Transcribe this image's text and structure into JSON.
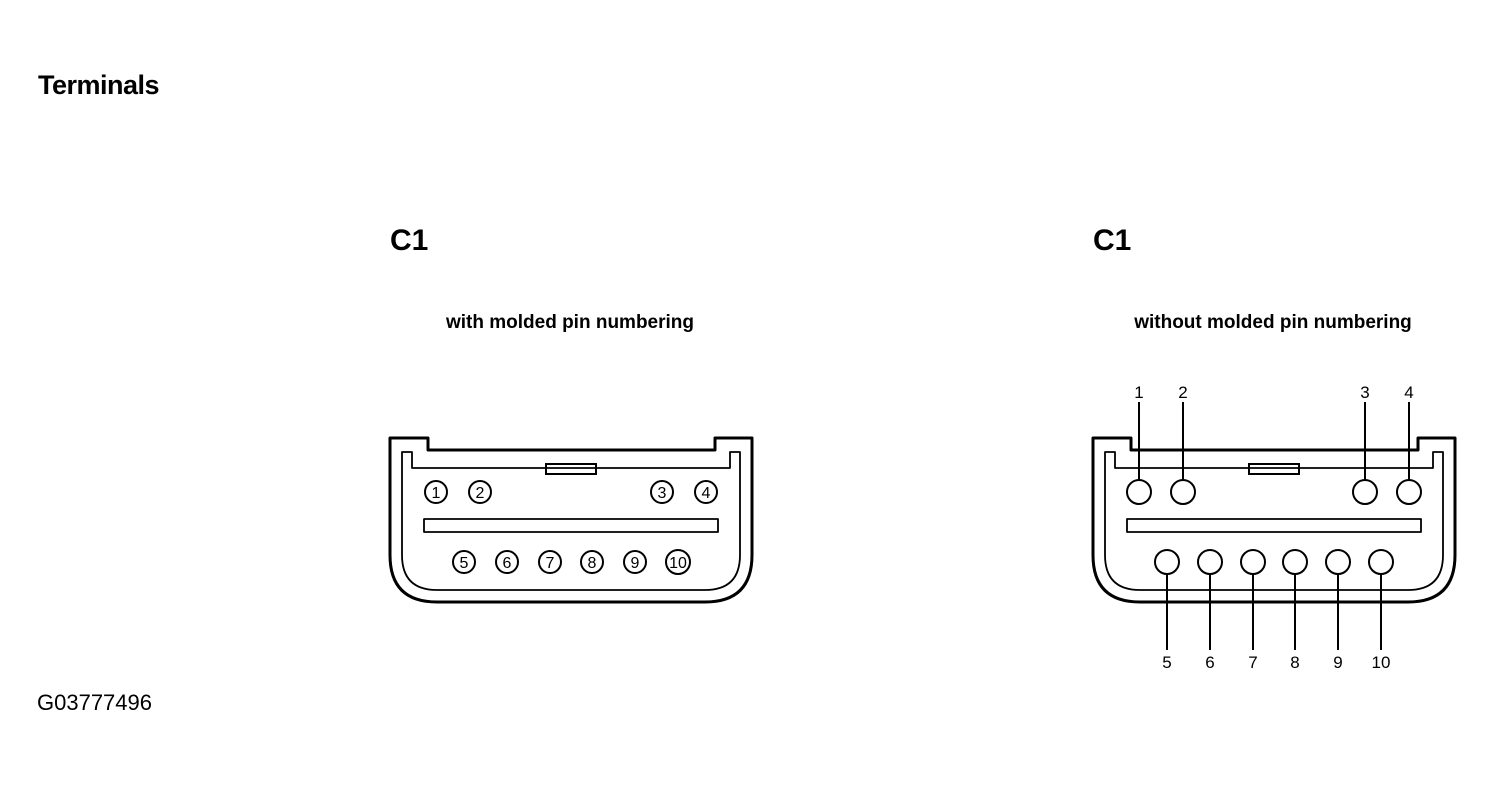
{
  "title": "Terminals",
  "figure_id": "G03777496",
  "connectors": [
    {
      "label": "C1",
      "caption": "with molded pin numbering",
      "pins_top": [
        "1",
        "2",
        "3",
        "4"
      ],
      "pins_bottom": [
        "5",
        "6",
        "7",
        "8",
        "9",
        "10"
      ]
    },
    {
      "label": "C1",
      "caption": "without molded pin numbering",
      "pins_top": [
        "1",
        "2",
        "3",
        "4"
      ],
      "pins_bottom": [
        "5",
        "6",
        "7",
        "8",
        "9",
        "10"
      ]
    }
  ]
}
